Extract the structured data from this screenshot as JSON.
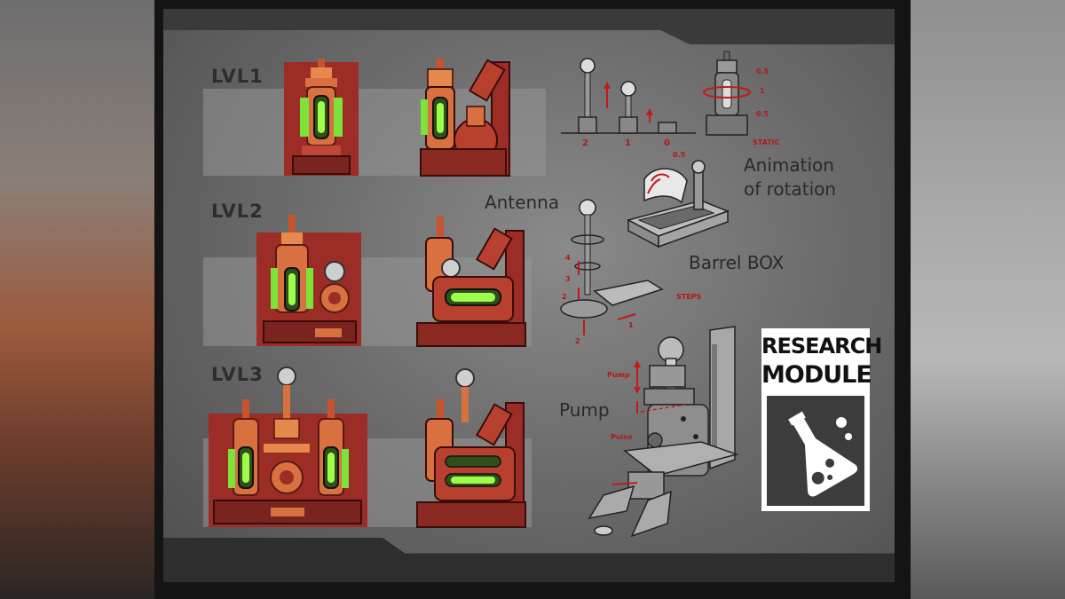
{
  "levels": {
    "lvl1": "LVL1",
    "lvl2": "LVL2",
    "lvl3": "LVL3"
  },
  "annotations": {
    "antenna": "Antenna",
    "animation_line1": "Animation",
    "animation_line2": "of rotation",
    "barrel_box": "Barrel BOX",
    "pump": "Pump"
  },
  "sketch_marks": {
    "antenna_heights": [
      "2",
      "1",
      "0"
    ],
    "rotation_values": [
      "0.5",
      "1",
      "0.5"
    ],
    "static": "STATIC",
    "steps": "STEPS",
    "step_numbers": [
      "4",
      "3",
      "2",
      "1",
      "2"
    ],
    "barrel_value": "0.5",
    "pump_label": "Pump",
    "pump_extra": "Pulse"
  },
  "badge": {
    "line1": "RESEARCH",
    "line2": "MODULE",
    "icon": "flask-icon"
  },
  "colors": {
    "machine_red": "#9c2c26",
    "machine_orange": "#d8703f",
    "glow_green": "#7be33a",
    "sheet_grey": "#6d6d6d"
  }
}
